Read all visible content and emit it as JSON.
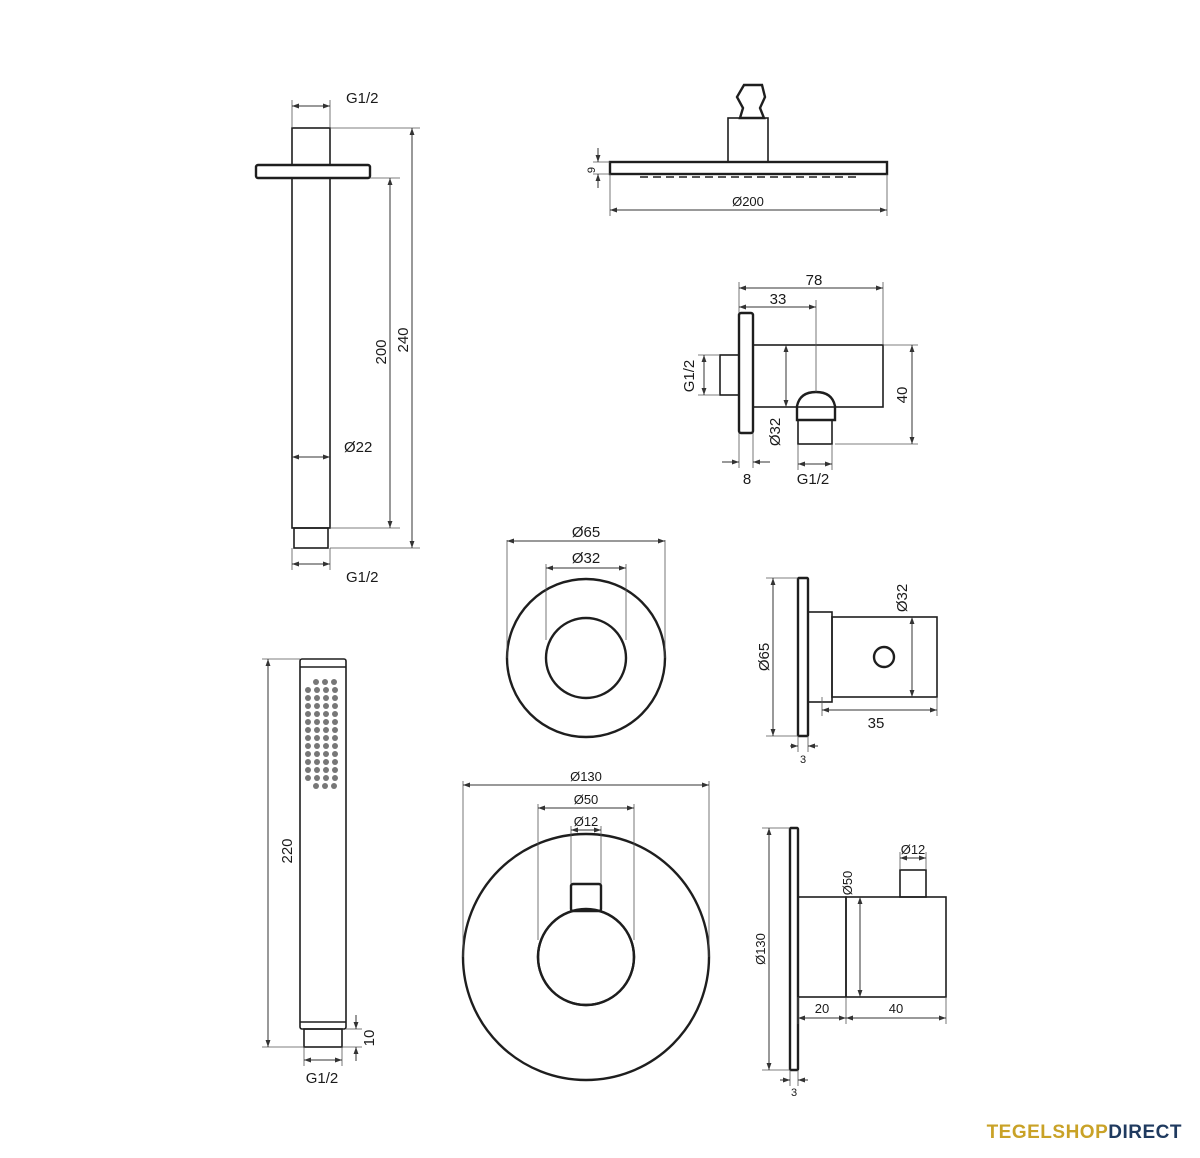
{
  "labels": {
    "arm_thread_top": "G1/2",
    "arm_length_200": "200",
    "arm_length_240": "240",
    "arm_diameter": "Ø22",
    "arm_thread_bottom": "G1/2",
    "head_thickness": "9",
    "head_diameter": "Ø200",
    "elbow_width": "78",
    "elbow_offset": "33",
    "elbow_thread_left": "G1/2",
    "elbow_height": "40",
    "elbow_diameter": "Ø32",
    "elbow_plate": "8",
    "elbow_thread_bottom": "G1/2",
    "stop_rose_outer": "Ø65",
    "stop_rose_inner": "Ø32",
    "stop_side_rose": "Ø65",
    "stop_side_knob": "Ø32",
    "stop_side_depth": "35",
    "stop_side_plate": "3",
    "handshower_length": "220",
    "handshower_thread_len": "10",
    "handshower_thread": "G1/2",
    "mixer_rose_outer": "Ø130",
    "mixer_rose_knob": "Ø50",
    "mixer_rose_lever": "Ø12",
    "mixer_side_lever": "Ø12",
    "mixer_side_knob": "Ø50",
    "mixer_side_rose": "Ø130",
    "mixer_side_base": "20",
    "mixer_side_depth": "40",
    "mixer_side_plate": "3"
  },
  "logo": {
    "part1": "TEGELSHOP",
    "part2": "DIRECT",
    "colors": {
      "part1": "#c9a227",
      "part2": "#1f3a5f"
    }
  }
}
